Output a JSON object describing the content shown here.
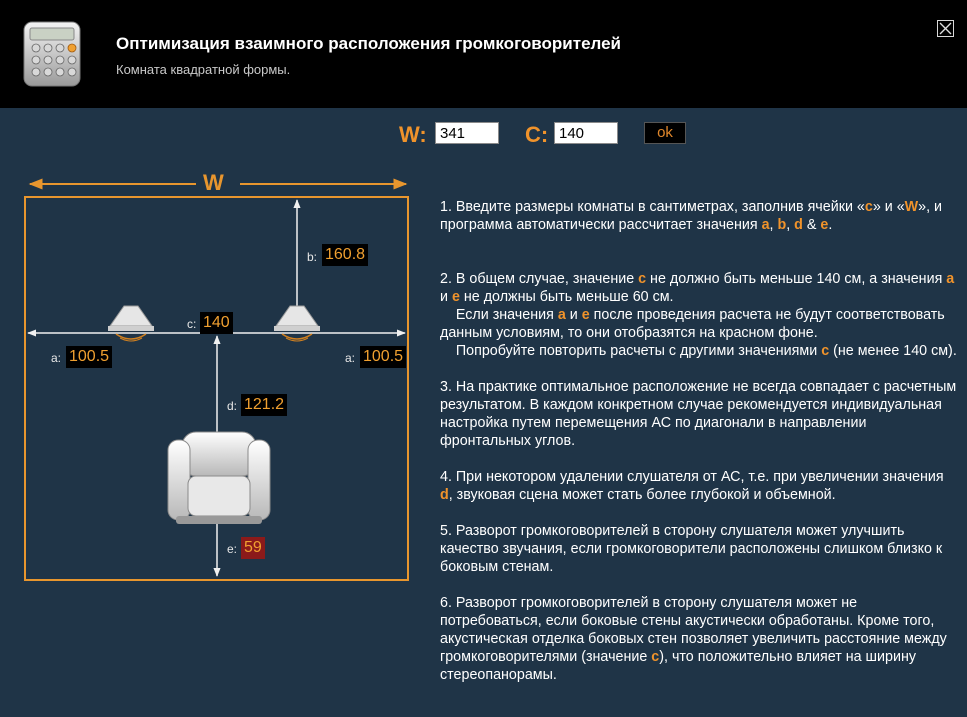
{
  "header": {
    "title": "Оптимизация взаимного расположения громкоговорителей",
    "subtitle": "Комната квадратной формы."
  },
  "inputs": {
    "w_label": "W:",
    "w_value": "341",
    "c_label": "C:",
    "c_value": "140",
    "ok_label": "ok"
  },
  "diagram": {
    "w_label": "W",
    "b_label": "b:",
    "b_value": "160.8",
    "c_label": "c:",
    "c_value": "140",
    "a_left_label": "a:",
    "a_left_value": "100.5",
    "a_right_label": "a:",
    "a_right_value": "100.5",
    "d_label": "d:",
    "d_value": "121.2",
    "e_label": "e:",
    "e_value": "59"
  },
  "instructions": {
    "p1": {
      "t1": "1. Введите размеры комнаты в сантиметрах, заполнив ячейки «",
      "c": "c",
      "t2": "» и «",
      "w": "W",
      "t3": "», и программа автоматически рассчитает значения ",
      "a": "a",
      "s1": ", ",
      "b": "b",
      "s2": ", ",
      "d": "d",
      "s3": " & ",
      "e": "e",
      "end": "."
    },
    "p2": {
      "t1": "2. В общем случае, значение ",
      "c": "c",
      "t2": " не должно быть меньше 140 см, а значения ",
      "a": "a",
      "t3": " и ",
      "e": "e",
      "t4": " не должны быть меньше 60 см."
    },
    "p2b": {
      "t1": "Если значения ",
      "a": "a",
      "t2": " и ",
      "e": "e",
      "t3": " после проведения расчета не будут соответствовать данным условиям, то они отобразятся на красном фоне."
    },
    "p2c": {
      "t1": "Попробуйте повторить расчеты с другими значениями ",
      "c": "c",
      "t2": " (не менее 140 см)."
    },
    "p3": "3. На практике оптимальное расположение не всегда совпадает с расчетным результатом. В каждом конкретном случае рекомендуется индивидуальная настройка путем перемещения АС по диагонали в направлении фронтальных углов.",
    "p4": {
      "t1": "4. При некотором удалении слушателя от АС, т.е. при увеличении значения ",
      "d": "d",
      "t2": ", звуковая сцена может стать более глубокой и объемной."
    },
    "p5": "5. Разворот громкоговорителей в сторону слушателя может улучшить качество звучания, если громкоговорители расположены слишком близко к боковым стенам.",
    "p6": {
      "t1": "6. Разворот громкоговорителей в сторону слушателя может не потребоваться, если боковые стены акустически обработаны. Кроме того, акустическая отделка боковых стен позволяет увеличить расстояние между громкоговорителями (значение ",
      "c": "c",
      "t2": "), что положительно влияет на ширину стереопанорамы."
    }
  },
  "colors": {
    "accent": "#f0932b",
    "background": "#1f3447",
    "header": "#000000",
    "warning": "#8b1a1a"
  }
}
